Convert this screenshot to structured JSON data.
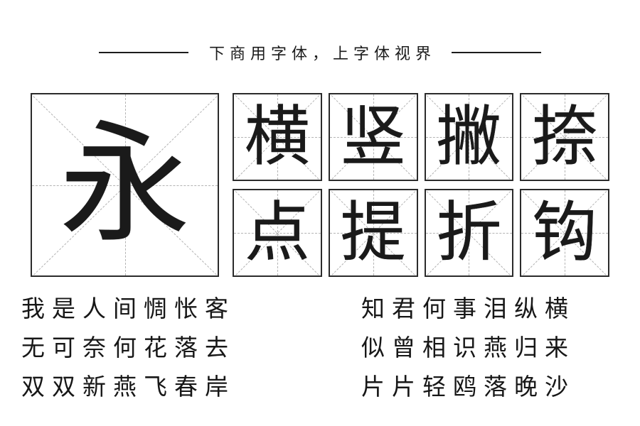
{
  "header": {
    "title": "下商用字体，上字体视界",
    "left_rule": "horizontal-rule",
    "right_rule": "horizontal-rule"
  },
  "showcase": {
    "featured": {
      "character": "永",
      "grid_type": "米字格",
      "style": "decorative-bubble-outline"
    },
    "strokes": [
      {
        "character": "横",
        "row": 1,
        "col": 1
      },
      {
        "character": "竖",
        "row": 1,
        "col": 2
      },
      {
        "character": "撇",
        "row": 1,
        "col": 3
      },
      {
        "character": "捺",
        "row": 1,
        "col": 4
      },
      {
        "character": "点",
        "row": 2,
        "col": 1
      },
      {
        "character": "提",
        "row": 2,
        "col": 2
      },
      {
        "character": "折",
        "row": 2,
        "col": 3
      },
      {
        "character": "钩",
        "row": 2,
        "col": 4
      }
    ]
  },
  "poem": {
    "rows": [
      {
        "left": "我是人间惆怅客",
        "right": "知君何事泪纵横"
      },
      {
        "left": "无可奈何花落去",
        "right": "似曾相识燕归来"
      },
      {
        "left": "双双新燕飞春岸",
        "right": "片片轻鸥落晚沙"
      }
    ]
  },
  "colors": {
    "ink": "#1a1a1a",
    "border": "#2b2b2b",
    "guide": "#b3b3b3",
    "background": "#ffffff"
  }
}
